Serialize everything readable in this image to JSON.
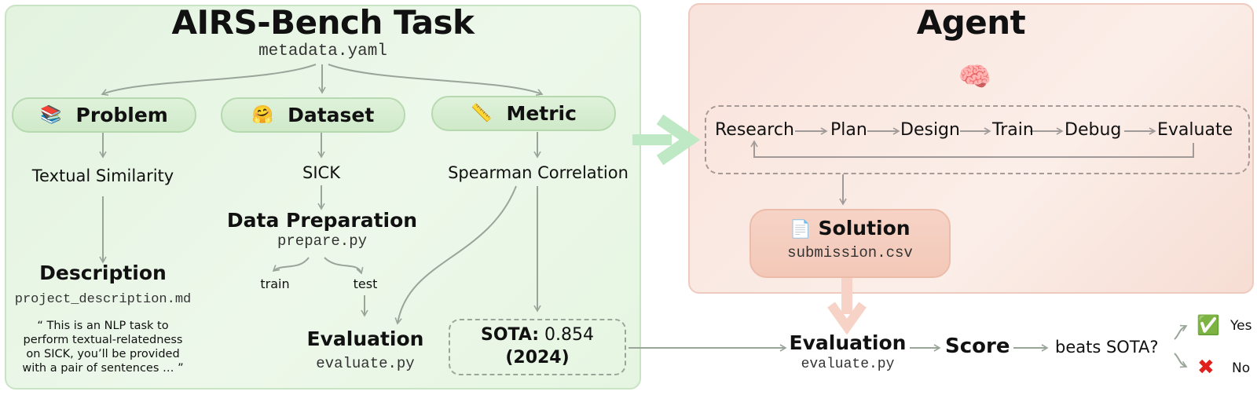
{
  "task_panel": {
    "title": "AIRS-Bench Task",
    "file": "metadata.yaml",
    "problem": {
      "icon": "books-icon",
      "label": "Problem",
      "value": "Textual Similarity"
    },
    "dataset": {
      "icon": "hugging-face-icon",
      "label": "Dataset",
      "value": "SICK"
    },
    "metric": {
      "icon": "ruler-icon",
      "label": "Metric",
      "value": "Spearman Correlation"
    },
    "description": {
      "title": "Description",
      "file": "project_description.md",
      "quote_lines": [
        "“ This is an NLP task to",
        "perform textual-relatedness",
        "on SICK, you’ll be provided",
        "with a pair of sentences … ”"
      ]
    },
    "data_prep": {
      "title": "Data Preparation",
      "file": "prepare.py",
      "splits": [
        "train",
        "test"
      ]
    },
    "evaluation": {
      "title": "Evaluation",
      "file": "evaluate.py"
    },
    "sota": {
      "label": "SOTA:",
      "value": "0.854",
      "year": "(2024)"
    }
  },
  "agent_panel": {
    "title": "Agent",
    "icon": "brain-icon",
    "loop_steps": [
      "Research",
      "Plan",
      "Design",
      "Train",
      "Debug",
      "Evaluate"
    ],
    "solution": {
      "icon": "document-icon",
      "title": "Solution",
      "file": "submission.csv"
    }
  },
  "bottom_flow": {
    "evaluation_title": "Evaluation",
    "evaluation_file": "evaluate.py",
    "score": "Score",
    "question": "beats SOTA?",
    "yes": "Yes",
    "no": "No"
  },
  "colors": {
    "task_bg": "#e6f5e2",
    "agent_bg": "#f9e3dc",
    "arrow": "#9aa59a",
    "big_arrow_green": "#bfe8c4",
    "big_arrow_peach": "#f6d3c6"
  }
}
